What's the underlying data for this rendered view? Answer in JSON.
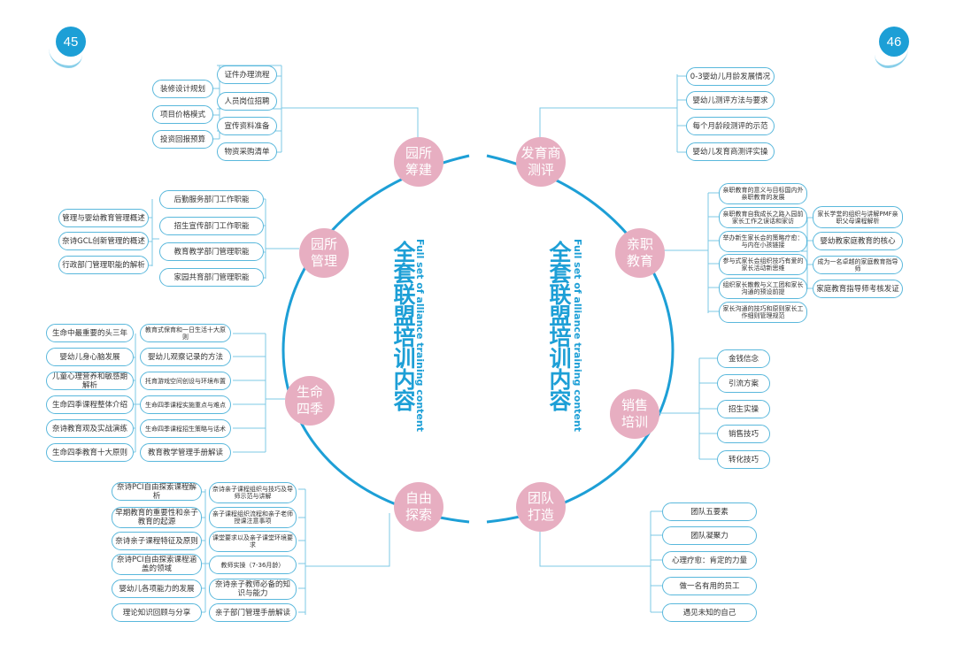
{
  "pages": {
    "left": "45",
    "right": "46"
  },
  "title": {
    "cn": "全套联盟培训内容",
    "en": "Full set of alliance training content"
  },
  "left": {
    "yuansuo_choujian": {
      "label_l1": "园所",
      "label_l2": "筹建",
      "items": [
        "证件办理流程",
        "人员岗位招聘",
        "宣传资料准备",
        "物资采购清单"
      ],
      "sub": [
        "装修设计规划",
        "项目价格模式",
        "投资回报预算"
      ]
    },
    "yuansuo_guanli": {
      "label_l1": "园所",
      "label_l2": "管理",
      "items": [
        "后勤服务部门工作职能",
        "招生宣传部门工作职能",
        "教育教学部门管理职能",
        "家园共育部门管理职能"
      ],
      "sub": [
        "管理与婴幼教育管理概述",
        "奈诗GCL创新管理的概述",
        "行政部门管理职能的解析"
      ]
    },
    "shengming_siji": {
      "label_l1": "生命",
      "label_l2": "四季",
      "items": [
        "教育式保育和一日生活十大原则",
        "婴幼儿观察记录的方法",
        "托育游戏空间创设与环境布置",
        "生命四季课程实施重点与难点",
        "生命四季课程招生策略与话术",
        "教育教学管理手册解读"
      ],
      "sub": [
        "生命中最重要的头三年",
        "婴幼儿身心脑发展",
        "儿童心理营养和敏感期解析",
        "生命四季课程整体介绍",
        "奈诗教育观及实战演练",
        "生命四季教育十大原则"
      ]
    },
    "ziyou_tansuo": {
      "label_l1": "自由",
      "label_l2": "探索",
      "items": [
        "奈诗亲子课程组织与技巧及导师示范与讲解",
        "亲子课程组织流程和亲子老师授课注意事项",
        "课堂要求以及亲子课堂环境要求",
        "教师实操（7-36月龄）",
        "奈诗亲子教师必备的知识与能力",
        "亲子部门管理手册解读"
      ],
      "sub": [
        "奈诗PCI自由探索课程解析",
        "早期教育的重要性和亲子教育的起源",
        "奈诗亲子课程特征及原则",
        "奈诗PCI自由探索课程涵盖的领域",
        "婴幼儿各项能力的发展",
        "理论知识回顾与分享"
      ]
    }
  },
  "right": {
    "fayu_ceping": {
      "label_l1": "发育商",
      "label_l2": "测评",
      "items": [
        "0-3婴幼儿月龄发展情况",
        "婴幼儿测评方法与要求",
        "每个月龄段测评的示范",
        "婴幼儿发育商测评实操"
      ]
    },
    "qinzhi_jiaoyu": {
      "label_l1": "亲职",
      "label_l2": "教育",
      "items": [
        "亲职教育的意义与目标国内外亲职教育的发展",
        "亲职教育自我成长之路入园前家长工作之误话和家访",
        "举办新生家长会的策略疗愈：与内在小孩链接",
        "参与式家长会组织技巧有爱的家长活动新思维",
        "组织家长散教与义工团和家长沟通的预设前提",
        "家长沟通的技巧和原则家长工作细则管理规范"
      ],
      "sub": [
        "家长学堂的组织与讲解PMF亲职父母课程解析",
        "婴幼教家庭教育的核心",
        "成为一名卓越的家庭教育指导师",
        "家庭教育指导师考核发证"
      ]
    },
    "xiaoshou_peixun": {
      "label_l1": "销售",
      "label_l2": "培训",
      "items": [
        "金钱信念",
        "引流方案",
        "招生实操",
        "销售技巧",
        "转化技巧"
      ]
    },
    "tuandui_dazao": {
      "label_l1": "团队",
      "label_l2": "打造",
      "items": [
        "团队五要素",
        "团队凝聚力",
        "心理疗愈：肯定的力量",
        "做一名有用的员工",
        "遇见未知的自己"
      ]
    }
  },
  "colors": {
    "accent": "#1d9fd6",
    "circle": "#e7aec1",
    "line": "#7cc8e6"
  }
}
